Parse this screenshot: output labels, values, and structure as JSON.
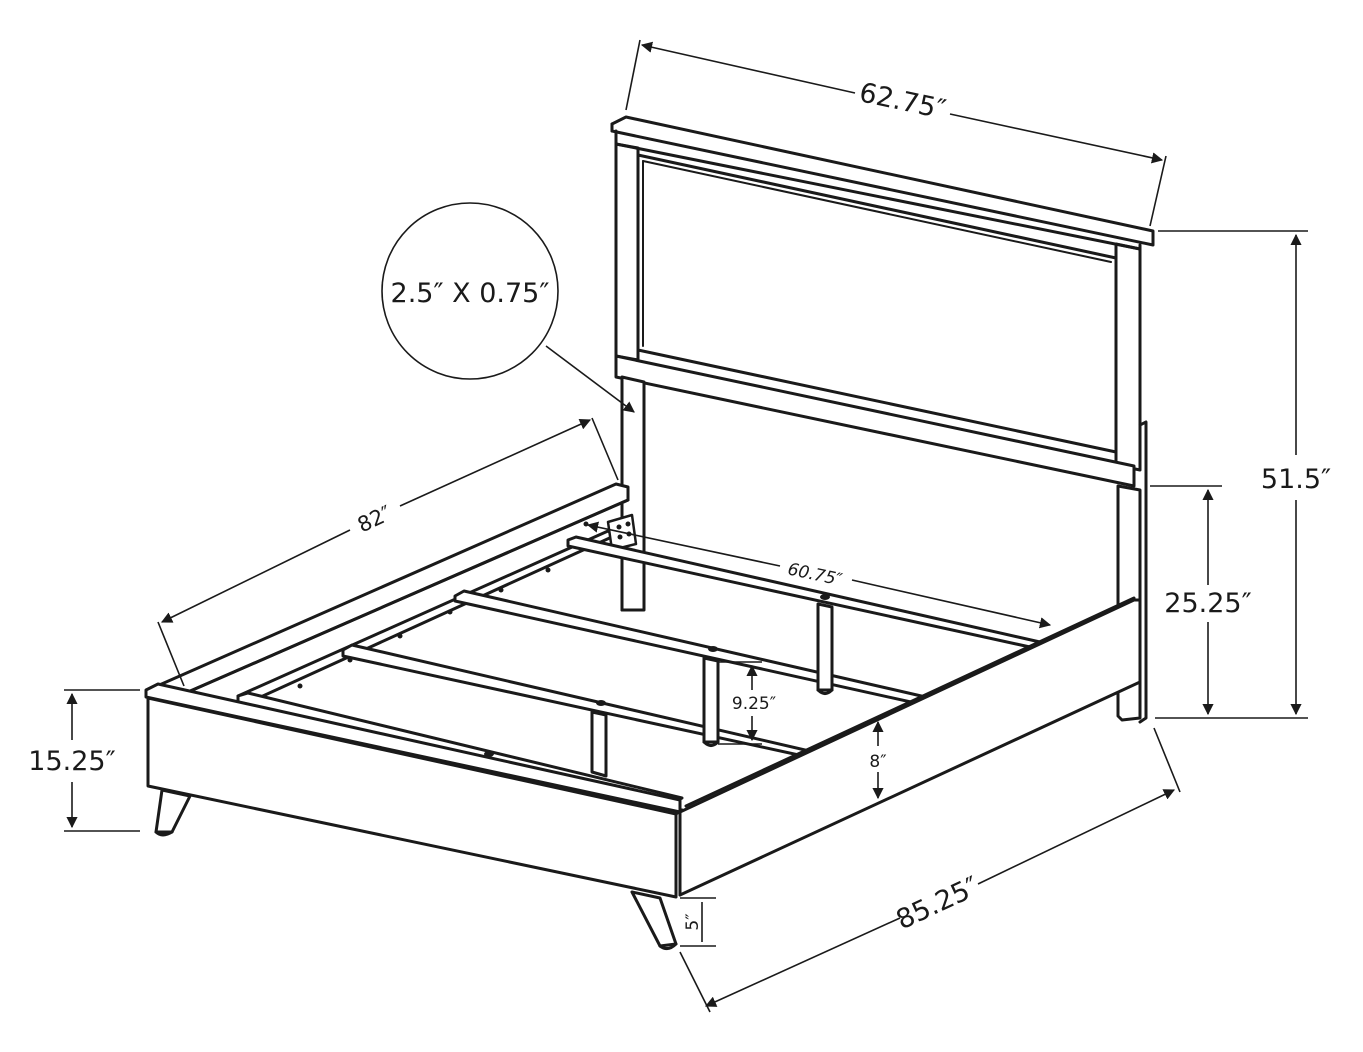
{
  "colors": {
    "ink": "#1a1a1a",
    "background": "#ffffff"
  },
  "dimensions": {
    "headboard_width": "62.75″",
    "total_height": "51.5″",
    "headboard_side_height": "25.25″",
    "rail_length": "82″",
    "inner_width": "60.75″",
    "slat_clearance": "9.25″",
    "rail_height": "8″",
    "footboard_height": "15.25″",
    "leg_height": "5″",
    "total_length": "85.25″",
    "post_cross_section": "2.5″ X 0.75″"
  }
}
